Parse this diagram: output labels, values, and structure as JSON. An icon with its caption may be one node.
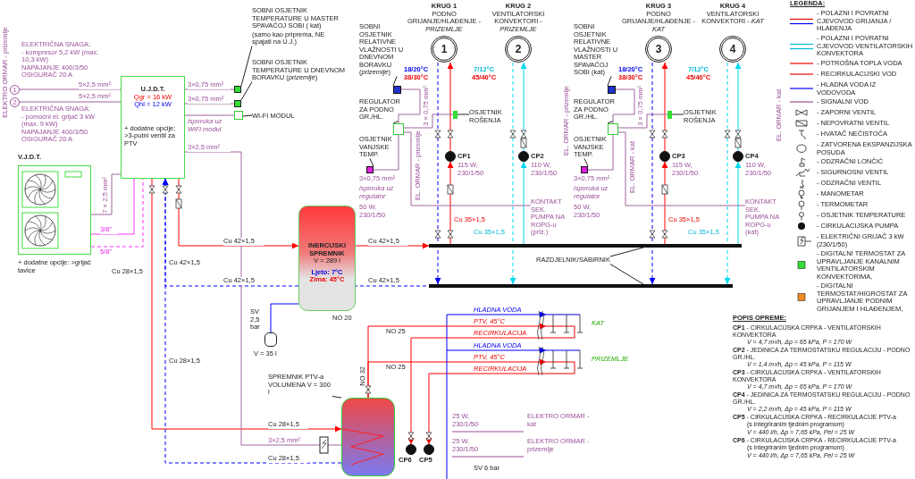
{
  "diagram": {
    "nodes": [
      {
        "text": [
          "V.J.D.T."
        ],
        "beside": [
          "+ dodatne opcije: >grijač tavice"
        ]
      },
      {
        "text": [
          "U.J.D.T.",
          "Qgr = 16 kW",
          "Qhl = 12 kW",
          "+ dodatne opcije: >3-putni ventil za PTV"
        ]
      },
      {
        "text": [],
        "shape": "box"
      },
      {
        "text": [],
        "shape": "box"
      },
      {
        "text": [],
        "shape": "box"
      },
      {
        "text": [
          "SOBNI OSJETNIK TEMPERATURE U MASTER SPAVAĆOJ SOBI ( kat)",
          "(samo kao priprema, NE spajati na U.J.)"
        ]
      },
      {
        "text": [
          "SOBNI OSJETNIK TEMPERATURE U DNEVNOM BORAVKU (*prizemlje*)"
        ]
      },
      {
        "text": [
          "WI-FI MODUL"
        ]
      },
      {
        "text": [
          "INERCIJSKI SPREMNIK",
          "V = 289 l",
          "Ljeto: 7°C",
          "Zima: 45°C"
        ],
        "beside": [
          "NO 20"
        ]
      },
      {
        "text": [],
        "shape": "bar"
      },
      {
        "text": [],
        "shape": "bar"
      },
      {
        "text": [
          "RAZDJELNIK/SABIRNIK"
        ]
      },
      {
        "text": [
          "KRUG 1",
          "PODNO GRIJANJE/HLAĐENJE - *PRIZEMLJE*",
          "1"
        ]
      },
      {
        "text": [
          "KRUG 2",
          "VENTILATORSKI KONVEKTORI - *PRIZEMLJE*",
          "2"
        ]
      },
      {
        "text": [
          "KRUG 3",
          "PODNO GRIJANJE/HLAĐENJE - *KAT*",
          "3"
        ]
      },
      {
        "text": [
          "KRUG 4",
          "VENTILATORSKI KONVEKTORI - *KAT*",
          "4"
        ]
      },
      {
        "text": [],
        "shape": "circle",
        "beside": [
          "CP1"
        ]
      },
      {
        "text": [],
        "shape": "circle",
        "beside": [
          "CP2"
        ]
      },
      {
        "text": [],
        "shape": "circle",
        "beside": [
          "CP3"
        ]
      },
      {
        "text": [],
        "shape": "circle",
        "beside": [
          "CP4"
        ]
      },
      {
        "text": [],
        "shape": "box"
      },
      {
        "text": [
          "SPREMNIK PTV-a VOLUMENA V = 300 l"
        ]
      },
      {
        "text": [],
        "shape": "circle",
        "beside": [
          "CP6"
        ]
      },
      {
        "text": [],
        "shape": "circle",
        "beside": [
          "CP5"
        ]
      },
      {
        "text": [],
        "shape": "box"
      },
      {
        "text": [
          "SOBNI OSJETNIK RELATIVNE VLAŽNOSTI U DNEVNOM BORAVKU (*prizemlje*)"
        ]
      },
      {
        "text": [],
        "shape": "box"
      },
      {
        "text": [
          "REGULATOR ZA PODNO GR./HL."
        ]
      },
      {
        "text": [],
        "shape": "box"
      },
      {
        "text": [
          "OSJETNIK VANJSKE TEMP."
        ]
      },
      {
        "text": [],
        "shape": "box"
      },
      {
        "text": [
          "OSJETNIK ROŠENJA"
        ]
      },
      {
        "text": [],
        "shape": "box"
      },
      {
        "text": [
          "SOBNI OSJETNIK RELATIVNE VLAŽNOSTI U MASTER SPAVAĆOJ SOBI (kat)"
        ]
      },
      {
        "text": [],
        "shape": "box"
      },
      {
        "text": [
          "REGULATOR ZA PODNO GR./HL."
        ]
      },
      {
        "text": [],
        "shape": "box"
      },
      {
        "text": [
          "OSJETNIK VANJSKE TEMP."
        ]
      },
      {
        "text": [],
        "shape": "box"
      },
      {
        "text": [
          "OSJETNIK ROŠENJA"
        ]
      },
      {
        "text": [
          "ELEKTRO ORMAR - prizemlje"
        ]
      },
      {
        "text": [],
        "shape": "cylinder"
      },
      {
        "text": [
          "KONTAKT SEK. PUMPA NA ROPG-u (priz.)"
        ]
      },
      {
        "text": [
          "KONTAKT SEK. PUMPA NA ROPG-u (kat)"
        ]
      },
      {
        "text": [],
        "shape": "picture"
      },
      {
        "text": [],
        "shape": "picture"
      }
    ],
    "edges": [
      {
        "from": 0,
        "to": 1,
        "arrow": "none",
        "color": "#ff33ff",
        "label": "3/8\""
      },
      {
        "from": 0,
        "to": 1,
        "arrow": "none",
        "style": "dashed",
        "color": "#ff33ff",
        "label": "5/8\""
      },
      {
        "from": 1,
        "to": 0,
        "arrow": "none",
        "color": "#a0649f",
        "label": "7×2,5 mm²"
      },
      {
        "from": 1,
        "to": 2,
        "arrow": "none",
        "color": "#a0649f",
        "label": "3×0,75 mm²"
      },
      {
        "from": 1,
        "to": 3,
        "arrow": "none",
        "color": "#a0649f",
        "label": "3×0,75 mm²"
      },
      {
        "from": 1,
        "to": 4,
        "arrow": "none",
        "color": "#a0649f",
        "label": "isporuka uz WiFi modul"
      },
      {
        "from": 1,
        "to": 8,
        "arrow": "to",
        "color": "#ff0000",
        "label": "Cu 42×1,5"
      },
      {
        "from": 8,
        "to": 9,
        "arrow": "to",
        "color": "#ff0000",
        "label": "Cu 42×1,5"
      },
      {
        "from": 10,
        "to": 8,
        "arrow": "to",
        "style": "dashed",
        "color": "#0000ff",
        "label": "Cu 42×1,5"
      },
      {
        "from": 8,
        "to": 1,
        "arrow": "to",
        "style": "dashed",
        "color": "#0000ff",
        "label": "Cu 42×1,5"
      },
      {
        "from": 1,
        "to": 20,
        "arrow": "to",
        "color": "#ff0000",
        "label": "Cu 28×1,5"
      },
      {
        "from": 20,
        "to": 1,
        "arrow": "to",
        "style": "dashed",
        "color": "#0000ff",
        "label": "Cu 28×1,5"
      },
      {
        "from": 9,
        "to": 16,
        "arrow": "to",
        "color": "#ff0000"
      },
      {
        "from": 16,
        "to": 12,
        "arrow": "to",
        "color": "#ff0000"
      },
      {
        "from": 12,
        "to": 10,
        "arrow": "to",
        "style": "dashed",
        "color": "#0000ff"
      },
      {
        "from": 9,
        "to": 17,
        "arrow": "to",
        "color": "#00d8ee"
      },
      {
        "from": 17,
        "to": 13,
        "arrow": "to",
        "color": "#00d8ee"
      },
      {
        "from": 13,
        "to": 10,
        "arrow": "to",
        "style": "dashed",
        "color": "#00d8ee"
      },
      {
        "from": 9,
        "to": 18,
        "arrow": "to",
        "color": "#ff0000"
      },
      {
        "from": 18,
        "to": 14,
        "arrow": "to",
        "color": "#ff0000"
      },
      {
        "from": 14,
        "to": 10,
        "arrow": "to",
        "style": "dashed",
        "color": "#0000ff"
      },
      {
        "from": 9,
        "to": 19,
        "arrow": "to",
        "color": "#00d8ee"
      },
      {
        "from": 19,
        "to": 15,
        "arrow": "to",
        "color": "#00d8ee"
      },
      {
        "from": 15,
        "to": 10,
        "arrow": "to",
        "style": "dashed",
        "color": "#00d8ee"
      },
      {
        "from": 5,
        "to": 2,
        "arrow": "none",
        "color": "#222222"
      },
      {
        "from": 6,
        "to": 3,
        "arrow": "none",
        "color": "#222222"
      },
      {
        "from": 7,
        "to": 4,
        "arrow": "none",
        "color": "#222222"
      },
      {
        "from": 11,
        "to": 9,
        "arrow": "none",
        "color": "#222222"
      },
      {
        "from": 11,
        "to": 10,
        "arrow": "none",
        "color": "#222222"
      },
      {
        "from": 21,
        "to": 20,
        "arrow": "none",
        "color": "#222222"
      },
      {
        "from": 25,
        "to": 24,
        "arrow": "none",
        "color": "#222222"
      },
      {
        "from": 27,
        "to": 26,
        "arrow": "none",
        "color": "#222222"
      },
      {
        "from": 29,
        "to": 28,
        "arrow": "none",
        "color": "#222222"
      },
      {
        "from": 31,
        "to": 30,
        "arrow": "none",
        "color": "#222222"
      },
      {
        "from": 33,
        "to": 32,
        "arrow": "none",
        "color": "#222222"
      },
      {
        "from": 35,
        "to": 34,
        "arrow": "none",
        "color": "#222222"
      },
      {
        "from": 37,
        "to": 36,
        "arrow": "none",
        "color": "#222222"
      },
      {
        "from": 39,
        "to": 38,
        "arrow": "none",
        "color": "#222222"
      },
      {
        "from": 26,
        "to": 24,
        "arrow": "none",
        "color": "#a0649f"
      },
      {
        "from": 28,
        "to": 26,
        "arrow": "none",
        "color": "#a0649f"
      },
      {
        "from": 26,
        "to": 30,
        "arrow": "none",
        "color": "#a0649f"
      },
      {
        "from": 34,
        "to": 32,
        "arrow": "none",
        "color": "#a0649f"
      },
      {
        "from": 36,
        "to": 34,
        "arrow": "none",
        "color": "#a0649f"
      },
      {
        "from": 34,
        "to": 38,
        "arrow": "none",
        "color": "#a0649f"
      },
      {
        "from": 20,
        "to": 45,
        "arrow": "to",
        "color": "#ff0000",
        "label": "NO 32"
      },
      {
        "from": 44,
        "to": 22,
        "arrow": "to",
        "color": "#ff0000"
      },
      {
        "from": 45,
        "to": 23,
        "arrow": "to",
        "color": "#ff0000"
      },
      {
        "from": 40,
        "to": 1,
        "arrow": "none",
        "color": "#a0649f",
        "label": "5×2,5 mm²"
      },
      {
        "from": 40,
        "to": 1,
        "arrow": "none",
        "color": "#a0649f",
        "label": "5×2,5 mm²"
      },
      {
        "from": 1,
        "to": 20,
        "arrow": "none",
        "color": "#a0649f",
        "label": "3×2,5 mm²"
      },
      {
        "from": 41,
        "to": 8,
        "arrow": "none",
        "color": "#0000ff"
      },
      {
        "from": 26,
        "to": 42,
        "arrow": "none",
        "color": "#a0649f"
      },
      {
        "from": 34,
        "to": 43,
        "arrow": "none",
        "color": "#a0649f"
      },
      {
        "from": null,
        "to": 44,
        "arrow": "to",
        "color": "#0000ff"
      },
      {
        "from": null,
        "to": 45,
        "arrow": "to",
        "color": "#0000ff"
      },
      {
        "from": 20,
        "to": 44,
        "arrow": "to",
        "color": "#ff0000"
      }
    ],
    "labels": [
      "ELEKTRIČNA SNAGA:",
      "- kompresor 5,2 kW (max. 10,3 kW)",
      "NAPAJANJE 400/3/50",
      "OSIGURAČ 20 A",
      "1",
      "2",
      "ELEKTRIČNA SNAGA:",
      "- pomoćni el. grijač 3 kW (max. 9 kW)",
      "NAPAJANJE 400/3/50",
      "OSIGURAČ 20 A",
      "Cu 28×1,5",
      "Cu 42×1,5",
      "Cu 28×1,5",
      "3×2,5 mm²",
      "SV 2,5 bar",
      "V = 35 l",
      "18/20°C",
      "38/30°C",
      "7/12°C",
      "45/40°C",
      "18/20°C",
      "38/30°C",
      "7/12°C",
      "45/40°C",
      "50 W, 230/1/50",
      "isporuka uz regulator",
      "3×0,75 mm²",
      "3×0,75 mm²",
      "115 W, 230/1/50",
      "110 W, 230/1/50",
      "EL. ORMAR - prizemlje",
      "EL. ORMAR - prizemlje",
      "Cu 35×1,5",
      "Cu 35×1,5",
      "EL. ORMAR - kat",
      "50 W, 230/1/50",
      "3×0,75 mm²",
      "isporuka uz regulator",
      "3×0,75 mm²",
      "115 W, 230/1/50",
      "110 W, 230/1/50",
      "EL. ORMAR - kat",
      "Cu 35×1,5",
      "Cu 35×1,5",
      "NO 25",
      "HLADNA VODA",
      "PTV, 45°C",
      "RECIRKULACIJA",
      "KAT",
      "NO 25",
      "HLADNA VODA",
      "PTV, 45°C",
      "RECIRKULACIJA",
      "PRIZEMLJE",
      "25 W, 230/1/50",
      "ELEKTRO ORMAR - kat",
      "25 W, 230/1/50",
      "ELEKTRO ORMAR - prizemlje",
      "SV 6 bar",
      "LEGENDA:",
      "POPIS OPREME:",
      "**CP1** - CIRKULACIJSKA CRPKA - VENTILATORSKIH KONVEKTORA",
      "V = 4,7 m³/h, Δp = 65 kPa, P = 170 W",
      "**CP2** - JEDINICA ZA TERMOSTATSKU REGULACIJU - PODNO GR./HL.",
      "V = 1,4 m³/h, Δp = 45 kPa, P = 115 W",
      "**CP3** - CIRKULACIJSKA CRPKA - VENTILATORSKIH KONVEKTORA",
      "V = 4,7 m³/h, Δp = 65 kPa, P = 170 W",
      "**CP4** - JEDINICA ZA TERMOSTATSKU REGULACIJU - PODNO GR./HL.",
      "V = 2,2 m³/h, Δp = 45 kPa, P = 115 W",
      "**CP5** - CIRKULACIJSKA CRPKA - RECIRKULACIJE PTV-a",
      "(s integriranim tjednim programom)",
      "V = 440 l/h, Δp = 7,65 kPa, Pel = 25 W",
      "**CP6** - CIRKULACIJSKA CRPKA - RECIRKULACIJE PTV-a",
      "(s integriranim tjednim programom)",
      "V = 440 l/h, Δp = 7,65 kPa, Pel = 25 W"
    ],
    "legend": [
      {
        "text": "- POLAZNI I POVRATNI CJEVOVOD GRIJANJA / HLAĐENJA"
      },
      {
        "text": "- POLAZNI I POVRATNI CJEVOVOD VENTILATORSKIH KONVEKTORA"
      },
      {
        "text": "- POTROŠNA TOPLA VODA"
      },
      {
        "text": "- RECIRKULACIJSKI VOD"
      },
      {
        "text": "- HLADNA VODA IZ VODOVODA"
      },
      {
        "text": "- SIGNALNI VOD"
      },
      {
        "text": "- ZAPORNI VENTIL"
      },
      {
        "text": "- NEPOVRATNI VENTIL"
      },
      {
        "text": "- HVATAČ NEČISTOĆA"
      },
      {
        "text": "- ZATVORENA EKSPANZIJSKA POSUDA"
      },
      {
        "text": "- ODZRAČNI LONČIĆ"
      },
      {
        "text": "- SIGURNOSNI VENTIL"
      },
      {
        "text": "- ODZRAČNI VENTIL"
      },
      {
        "text": "- MANOMETAR"
      },
      {
        "text": "- TERMOMETAR"
      },
      {
        "text": "- OSJETNIK TEMPERATURE"
      },
      {
        "text": "- CIRKULACIJSKA PUMPA"
      },
      {
        "text": "- ELEKTRIČNI GRIJAČ 3 kW (230/1/50)"
      },
      {
        "text": "- DIGITALNI TERMOSTAT ZA UPRAVLJANJE KANALNIM VENTILATORSKIM KONVEKTORIMA,"
      },
      {
        "text": "- DIGITALNI TERMOSTAT/HIGROSTAT ZA UPRAVLJANJE PODNIM GRIJANJEM I HLAĐENJEM,"
      }
    ]
  }
}
